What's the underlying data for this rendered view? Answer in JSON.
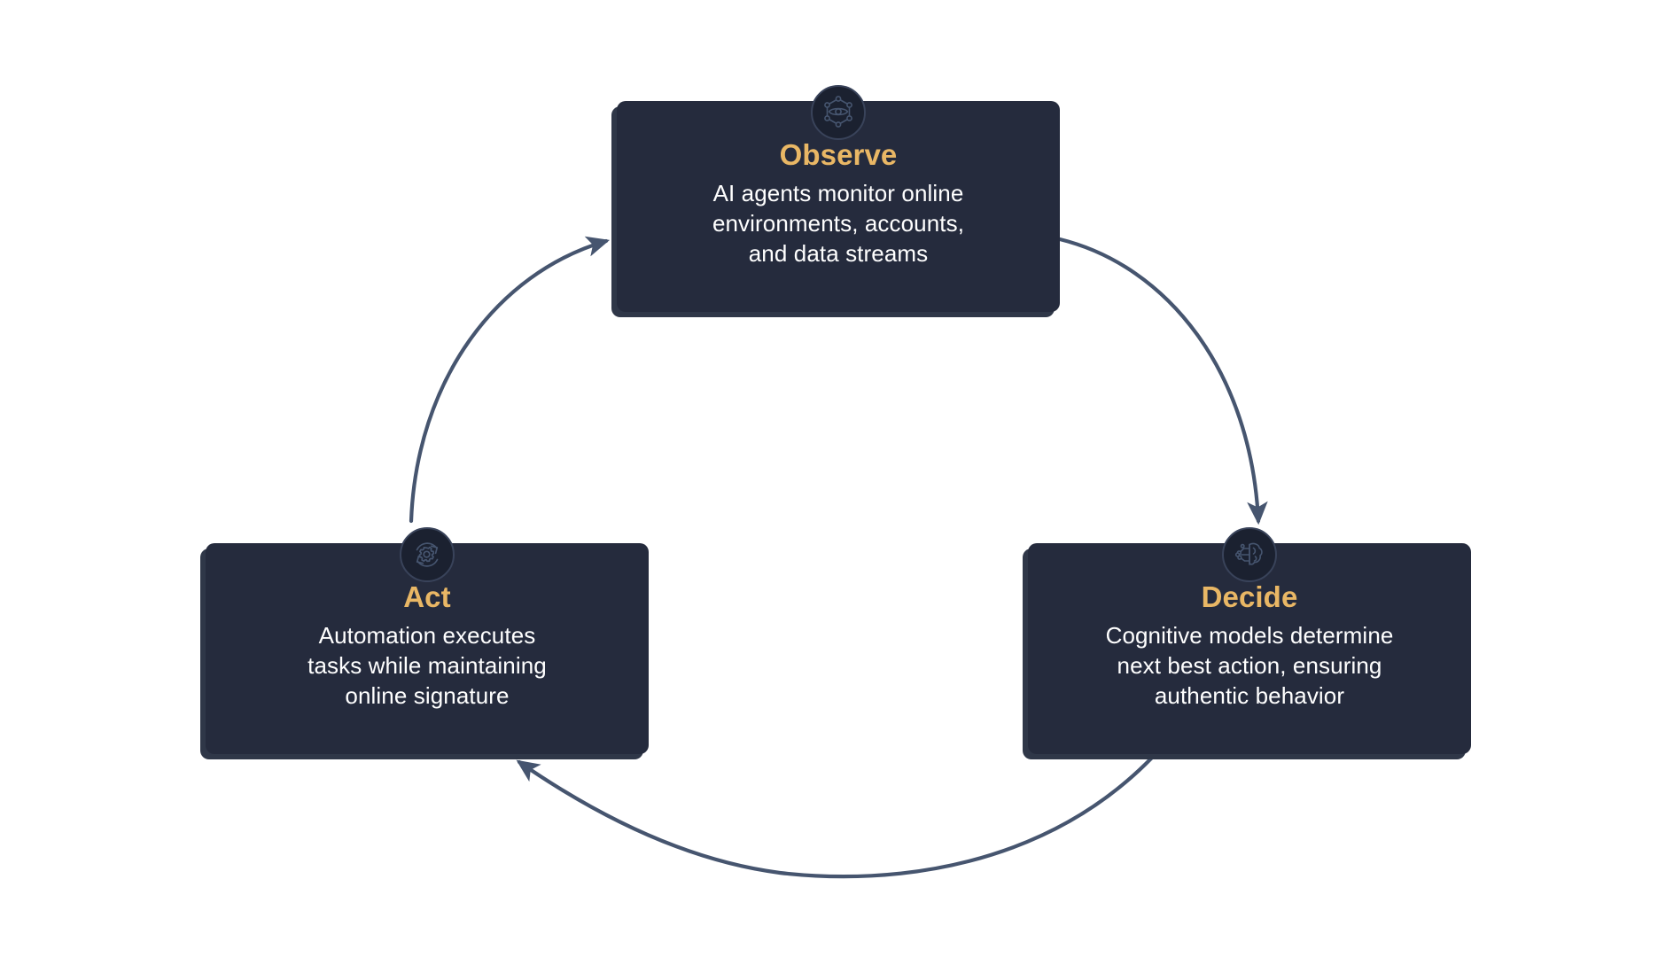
{
  "diagram": {
    "type": "cycle",
    "title": "",
    "accent_color": "#e9b765",
    "card_color": "#252b3d",
    "text_color": "#ffffff",
    "connector_color": "#46556f",
    "background_color": "#ffffff",
    "stage_count": 3,
    "stages": [
      {
        "id": "observe",
        "label": "Observe",
        "description": "AI agents monitor online environments, accounts, and data streams",
        "description_lines": [
          "AI agents monitor online",
          "environments, accounts,",
          "and data streams"
        ],
        "icon": "network-eye-icon",
        "position": "top"
      },
      {
        "id": "decide",
        "label": "Decide",
        "description": "Cognitive models determine next best action, ensuring authentic behavior",
        "description_lines": [
          "Cognitive models determine",
          "next best action, ensuring",
          "authentic behavior"
        ],
        "icon": "circuit-brain-icon",
        "position": "bottom-right"
      },
      {
        "id": "act",
        "label": "Act",
        "description": "Automation executes tasks while maintaining online signature",
        "description_lines": [
          "Automation executes",
          "tasks while maintaining",
          "online signature"
        ],
        "icon": "gear-refresh-icon",
        "position": "bottom-left"
      }
    ],
    "connectors": [
      {
        "id": "observe-to-decide",
        "from": "observe",
        "to": "decide",
        "direction": "clockwise",
        "arrowhead": "end"
      },
      {
        "id": "decide-to-act",
        "from": "decide",
        "to": "act",
        "direction": "clockwise",
        "arrowhead": "end"
      },
      {
        "id": "act-to-observe",
        "from": "act",
        "to": "observe",
        "direction": "clockwise",
        "arrowhead": "end"
      }
    ]
  }
}
